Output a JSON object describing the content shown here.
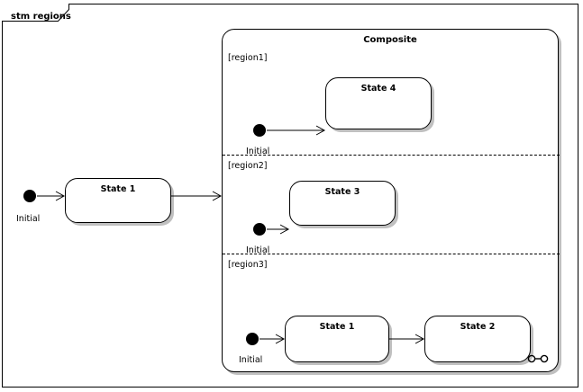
{
  "frame": {
    "label": "stm regions",
    "type": "state-machine-diagram"
  },
  "top_level": {
    "initial": {
      "label": "Initial"
    },
    "state": {
      "label": "State 1"
    }
  },
  "composite": {
    "title": "Composite",
    "icon": "composite-state-icon",
    "regions": [
      {
        "label": "[region1]",
        "initial": {
          "label": "Initial"
        },
        "states": [
          {
            "label": "State 4"
          }
        ]
      },
      {
        "label": "[region2]",
        "initial": {
          "label": "Initial"
        },
        "states": [
          {
            "label": "State 3"
          }
        ]
      },
      {
        "label": "[region3]",
        "initial": {
          "label": "Initial"
        },
        "states": [
          {
            "label": "State 1"
          },
          {
            "label": "State 2"
          }
        ]
      }
    ]
  },
  "colors": {
    "line": "#000000",
    "fill": "#ffffff",
    "shadow": "#c0c0c0",
    "text": "#000000"
  }
}
